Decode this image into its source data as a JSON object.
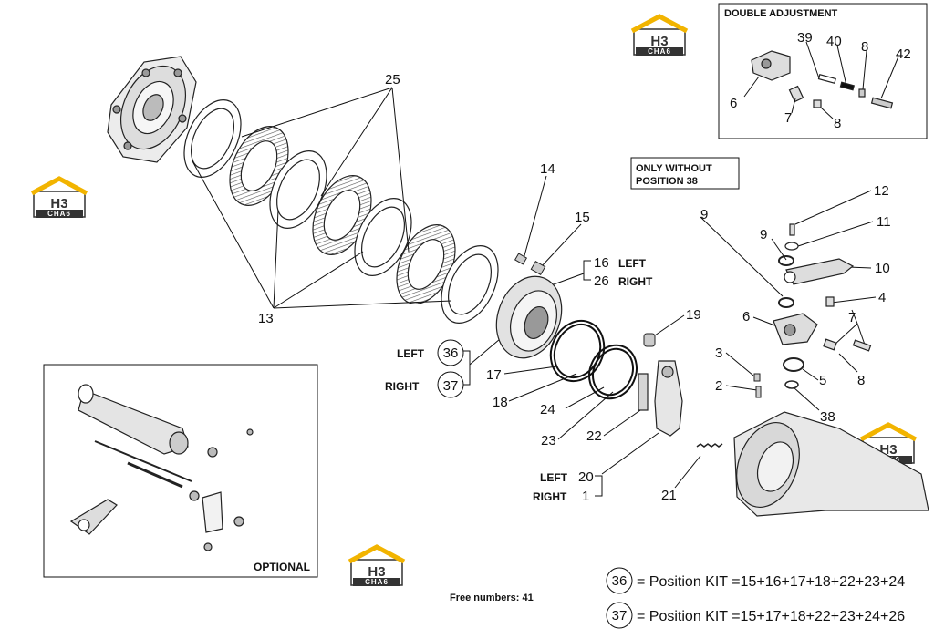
{
  "diagram": {
    "double_adjustment_title": "DOUBLE ADJUSTMENT",
    "only_without_line1": "ONLY WITHOUT",
    "only_without_line2": "POSITION 38",
    "optional_label": "OPTIONAL",
    "free_numbers": "Free numbers: 41",
    "side_left": "LEFT",
    "side_right": "RIGHT",
    "kits": [
      {
        "badge": "36",
        "text": "= Position KIT =15+16+17+18+22+23+24"
      },
      {
        "badge": "37",
        "text": "= Position KIT =15+17+18+22+23+24+26"
      }
    ],
    "part_numbers": {
      "p25": "25",
      "p13": "13",
      "p14": "14",
      "p15": "15",
      "p16": "16",
      "p26": "26",
      "p17": "17",
      "p18": "18",
      "p24": "24",
      "p23": "23",
      "p22": "22",
      "p19": "19",
      "p20": "20",
      "p1": "1",
      "p21": "21",
      "p9": "9",
      "p12": "12",
      "p11": "11",
      "p10": "10",
      "p4": "4",
      "p6": "6",
      "p7": "7",
      "p8": "8",
      "p3": "3",
      "p2": "2",
      "p5": "5",
      "p38": "38",
      "p36": "36",
      "p37": "37",
      "p39": "39",
      "p40": "40",
      "p42": "42"
    },
    "watermark": {
      "main": "H3",
      "sub": "CHA6"
    }
  }
}
